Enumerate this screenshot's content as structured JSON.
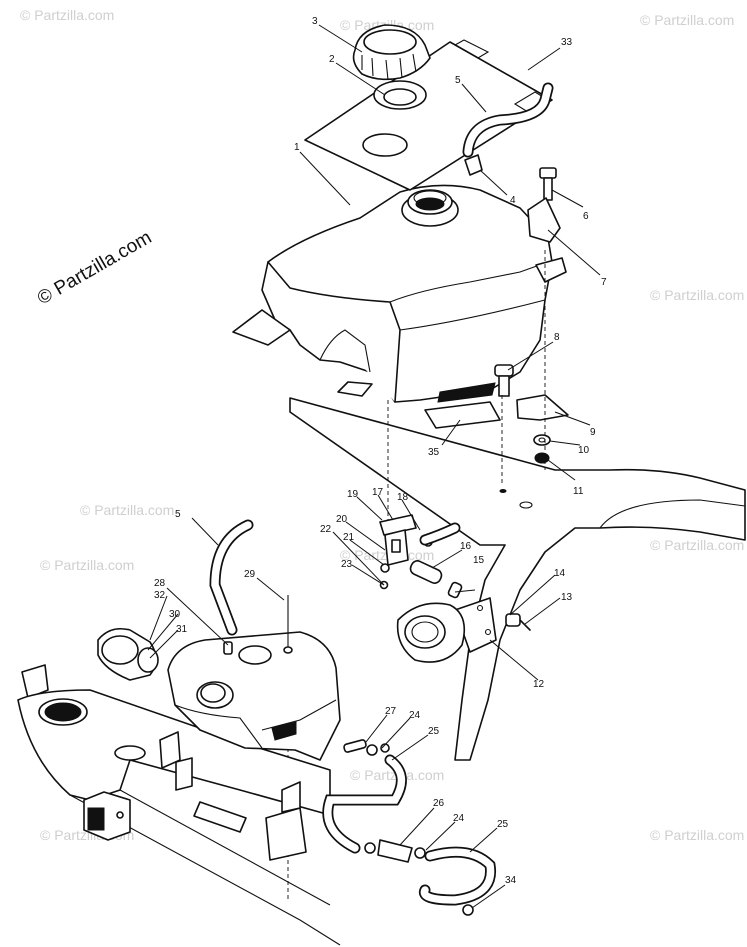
{
  "watermark": {
    "main": "© Partzilla.com",
    "faint": "© Partzilla.com"
  },
  "callouts": {
    "n1": "1",
    "n2": "2",
    "n3": "3",
    "n4": "4",
    "n5a": "5",
    "n5b": "5",
    "n6": "6",
    "n7": "7",
    "n8": "8",
    "n9": "9",
    "n10": "10",
    "n11": "11",
    "n12": "12",
    "n13": "13",
    "n14": "14",
    "n15": "15",
    "n16": "16",
    "n17": "17",
    "n18": "18",
    "n19": "19",
    "n20": "20",
    "n21": "21",
    "n22": "22",
    "n23": "23",
    "n24a": "24",
    "n24b": "24",
    "n25a": "25",
    "n25b": "25",
    "n26": "26",
    "n27": "27",
    "n28": "28",
    "n29": "29",
    "n30": "30",
    "n31": "31",
    "n32": "32",
    "n33": "33",
    "n34": "34",
    "n35": "35"
  }
}
